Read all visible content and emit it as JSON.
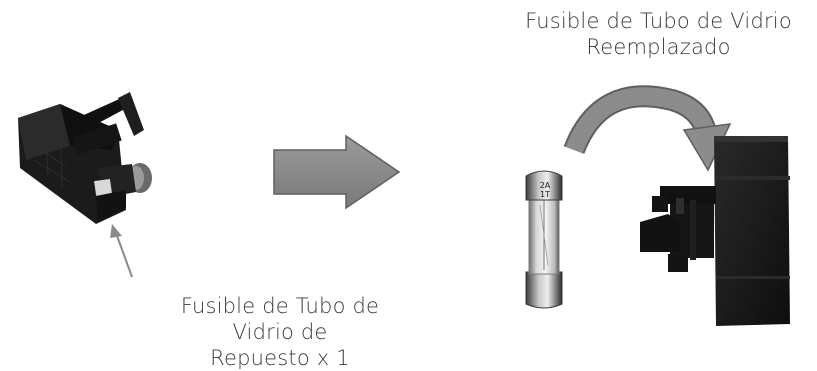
{
  "captions": {
    "replaced": {
      "line1": "Fusible de Tubo de Vidrio",
      "line2": "Reemplazado"
    },
    "spare": {
      "line1": "Fusible de Tubo de Vidrio de",
      "line2": "Repuesto x 1"
    }
  },
  "fuse_marking": {
    "line1": "2A",
    "line2": "1T"
  },
  "colors": {
    "arrow_fill": "#8c8c8c",
    "arrow_stroke": "#5f5f5f",
    "holder_dark": "#161616",
    "caption_text": "#3b3b3b"
  }
}
